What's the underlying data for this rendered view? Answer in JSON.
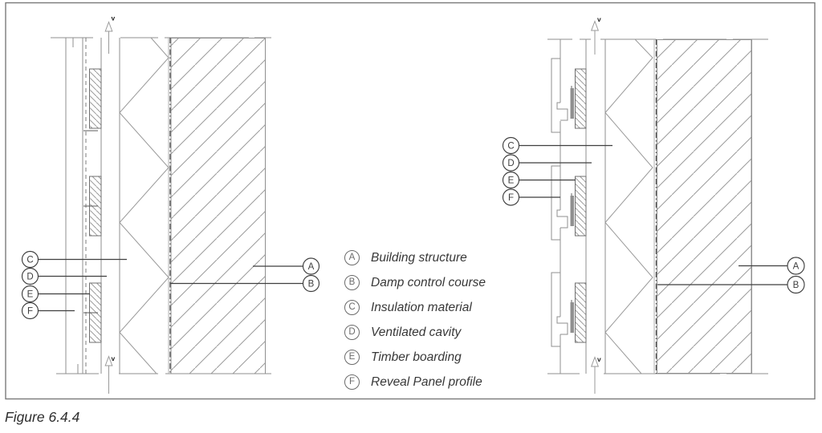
{
  "figure_caption": "Figure 6.4.4",
  "legend": {
    "items": [
      {
        "letter": "A",
        "label": "Building structure"
      },
      {
        "letter": "B",
        "label": "Damp control course"
      },
      {
        "letter": "C",
        "label": "Insulation material"
      },
      {
        "letter": "D",
        "label": "Ventilated cavity"
      },
      {
        "letter": "E",
        "label": "Timber boarding"
      },
      {
        "letter": "F",
        "label": "Reveal Panel profile"
      }
    ]
  },
  "drawings": {
    "left": {
      "arrow_label": "v",
      "side_callouts": [
        {
          "letter": "C"
        },
        {
          "letter": "D"
        },
        {
          "letter": "E"
        },
        {
          "letter": "F"
        }
      ],
      "right_callouts": [
        {
          "letter": "A"
        },
        {
          "letter": "B"
        }
      ]
    },
    "right": {
      "arrow_label": "v",
      "side_callouts": [
        {
          "letter": "C"
        },
        {
          "letter": "D"
        },
        {
          "letter": "E"
        },
        {
          "letter": "F"
        }
      ],
      "right_callouts": [
        {
          "letter": "A"
        },
        {
          "letter": "B"
        }
      ]
    }
  },
  "colors": {
    "border": "#7a7a7a",
    "line": "#8f8f8f",
    "hatch": "#9b9b9b",
    "callout_ink": "#3f3f3f",
    "damp_course_line": "#4f4f4f",
    "text": "#383838",
    "background": "#ffffff"
  }
}
